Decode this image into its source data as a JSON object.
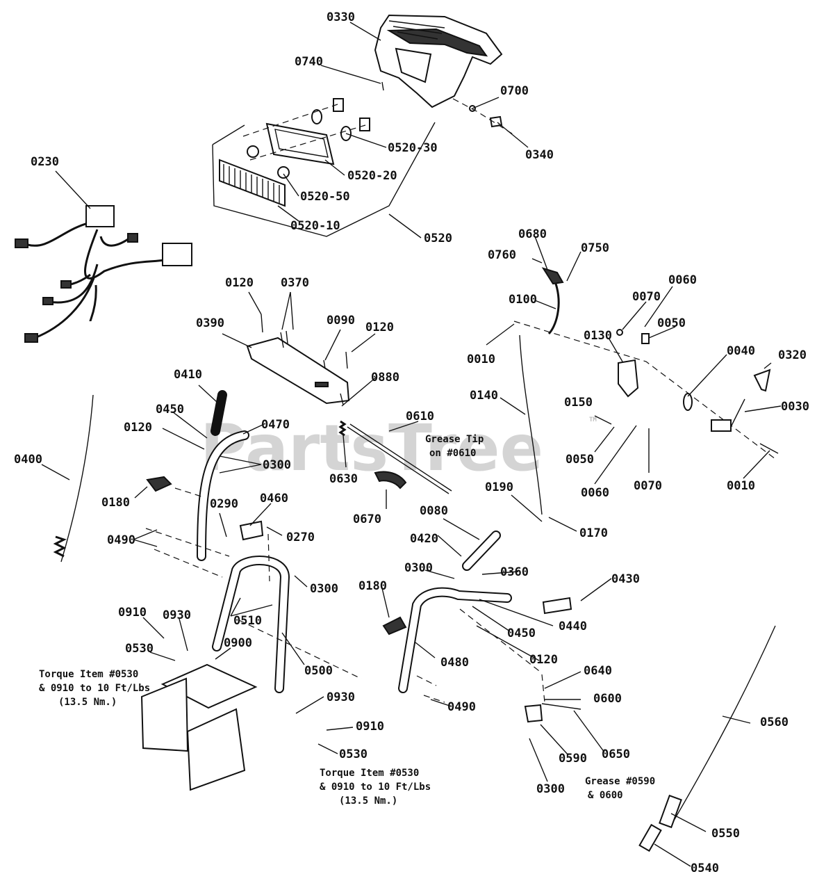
{
  "watermark": "PartsTree",
  "trademark": "TM",
  "callouts": [
    {
      "id": "c0330",
      "text": "0330"
    },
    {
      "id": "c0740",
      "text": "0740"
    },
    {
      "id": "c0700",
      "text": "0700"
    },
    {
      "id": "c0340",
      "text": "0340"
    },
    {
      "id": "c0520-30",
      "text": "0520-30"
    },
    {
      "id": "c0520-20",
      "text": "0520-20"
    },
    {
      "id": "c0520-50",
      "text": "0520-50"
    },
    {
      "id": "c0520-10",
      "text": "0520-10"
    },
    {
      "id": "c0520",
      "text": "0520"
    },
    {
      "id": "c0230",
      "text": "0230"
    },
    {
      "id": "c0680",
      "text": "0680"
    },
    {
      "id": "c0760",
      "text": "0760"
    },
    {
      "id": "c0750",
      "text": "0750"
    },
    {
      "id": "c0100",
      "text": "0100"
    },
    {
      "id": "c0060a",
      "text": "0060"
    },
    {
      "id": "c0070a",
      "text": "0070"
    },
    {
      "id": "c0050a",
      "text": "0050"
    },
    {
      "id": "c0010a",
      "text": "0010"
    },
    {
      "id": "c0130",
      "text": "0130"
    },
    {
      "id": "c0040",
      "text": "0040"
    },
    {
      "id": "c0320",
      "text": "0320"
    },
    {
      "id": "c0030",
      "text": "0030"
    },
    {
      "id": "c0120a",
      "text": "0120"
    },
    {
      "id": "c0370",
      "text": "0370"
    },
    {
      "id": "c0390",
      "text": "0390"
    },
    {
      "id": "c0090",
      "text": "0090"
    },
    {
      "id": "c0120b",
      "text": "0120"
    },
    {
      "id": "c0880",
      "text": "0880"
    },
    {
      "id": "c0140",
      "text": "0140"
    },
    {
      "id": "c0150",
      "text": "0150"
    },
    {
      "id": "c0050b",
      "text": "0050"
    },
    {
      "id": "c0060b",
      "text": "0060"
    },
    {
      "id": "c0070b",
      "text": "0070"
    },
    {
      "id": "c0010b",
      "text": "0010"
    },
    {
      "id": "c0410",
      "text": "0410"
    },
    {
      "id": "c0450a",
      "text": "0450"
    },
    {
      "id": "c0470",
      "text": "0470"
    },
    {
      "id": "c0120c",
      "text": "0120"
    },
    {
      "id": "c0300a",
      "text": "0300"
    },
    {
      "id": "c0610",
      "text": "0610"
    },
    {
      "id": "c0630",
      "text": "0630"
    },
    {
      "id": "c0400",
      "text": "0400"
    },
    {
      "id": "c0180a",
      "text": "0180"
    },
    {
      "id": "c0670",
      "text": "0670"
    },
    {
      "id": "c0190",
      "text": "0190"
    },
    {
      "id": "c0170",
      "text": "0170"
    },
    {
      "id": "c0290",
      "text": "0290"
    },
    {
      "id": "c0460",
      "text": "0460"
    },
    {
      "id": "c0270",
      "text": "0270"
    },
    {
      "id": "c0490a",
      "text": "0490"
    },
    {
      "id": "c0080",
      "text": "0080"
    },
    {
      "id": "c0420",
      "text": "0420"
    },
    {
      "id": "c0300b",
      "text": "0300"
    },
    {
      "id": "c0360",
      "text": "0360"
    },
    {
      "id": "c0300c",
      "text": "0300"
    },
    {
      "id": "c0180b",
      "text": "0180"
    },
    {
      "id": "c0430",
      "text": "0430"
    },
    {
      "id": "c0440",
      "text": "0440"
    },
    {
      "id": "c0450b",
      "text": "0450"
    },
    {
      "id": "c0510",
      "text": "0510"
    },
    {
      "id": "c0910a",
      "text": "0910"
    },
    {
      "id": "c0930a",
      "text": "0930"
    },
    {
      "id": "c0530a",
      "text": "0530"
    },
    {
      "id": "c0900",
      "text": "0900"
    },
    {
      "id": "c0500",
      "text": "0500"
    },
    {
      "id": "c0120d",
      "text": "0120"
    },
    {
      "id": "c0480",
      "text": "0480"
    },
    {
      "id": "c0640",
      "text": "0640"
    },
    {
      "id": "c0600",
      "text": "0600"
    },
    {
      "id": "c0490b",
      "text": "0490"
    },
    {
      "id": "c0930b",
      "text": "0930"
    },
    {
      "id": "c0910b",
      "text": "0910"
    },
    {
      "id": "c0530b",
      "text": "0530"
    },
    {
      "id": "c0560",
      "text": "0560"
    },
    {
      "id": "c0590",
      "text": "0590"
    },
    {
      "id": "c0650",
      "text": "0650"
    },
    {
      "id": "c0300d",
      "text": "0300"
    },
    {
      "id": "c0550",
      "text": "0550"
    },
    {
      "id": "c0540",
      "text": "0540"
    }
  ],
  "notes": {
    "grease_tip": [
      "Grease Tip",
      "on #0610"
    ],
    "torque_left": [
      "Torque Item #0530",
      "& 0910 to 10 Ft/Lbs",
      "(13.5 Nm.)"
    ],
    "torque_right": [
      "Torque Item #0530",
      "& 0910 to 10 Ft/Lbs",
      "(13.5 Nm.)"
    ],
    "grease_bottom": [
      "Grease #0590",
      "& 0600"
    ]
  }
}
